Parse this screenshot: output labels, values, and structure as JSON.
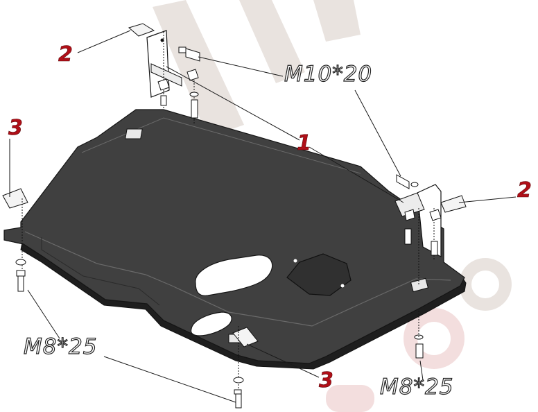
{
  "labels": {
    "bracket_left": "2",
    "bracket_right": "2",
    "bolt_top": "M10*20",
    "mount_center": "1",
    "plate_left": "3",
    "plate_bottom": "3",
    "bolt_left": "M8*25",
    "bolt_right": "M8*25"
  },
  "colors": {
    "callout_number": "#b00f18",
    "plate_fill": "#3f3f3f",
    "watermark": "#e9e3df",
    "watermark_accent": "#f3dede"
  }
}
